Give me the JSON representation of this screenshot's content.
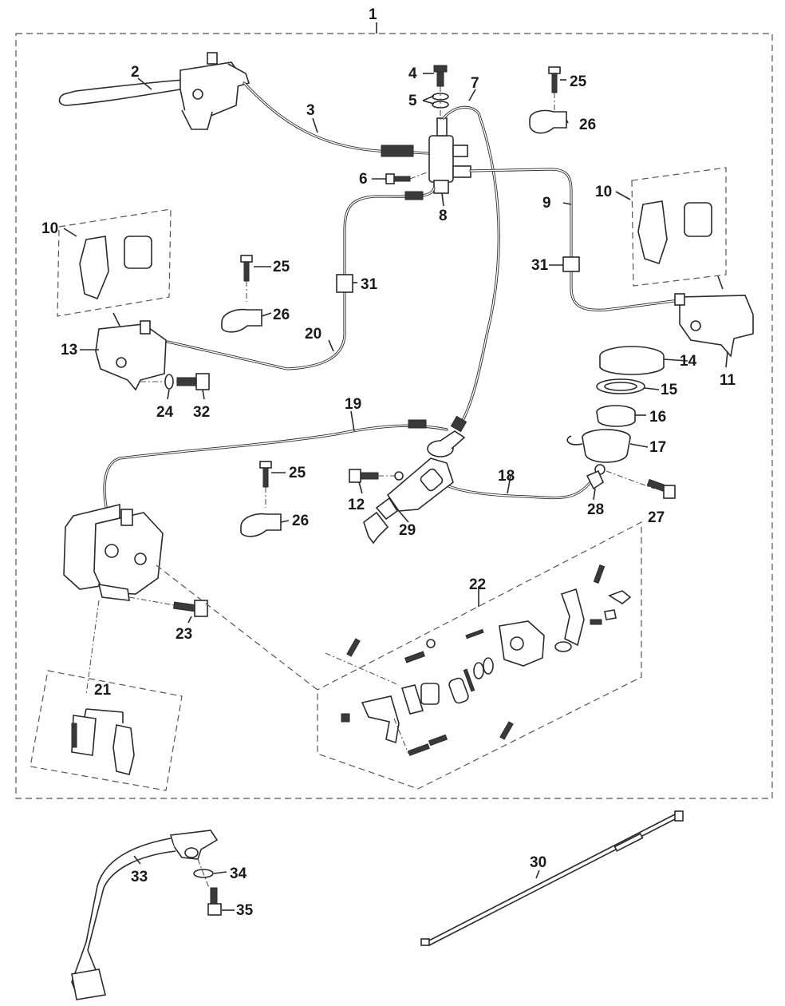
{
  "callouts": {
    "c1": "1",
    "c2": "2",
    "c3": "3",
    "c4": "4",
    "c5": "5",
    "c6": "6",
    "c7": "7",
    "c8": "8",
    "c9": "9",
    "c10a": "10",
    "c10b": "10",
    "c11": "11",
    "c12": "12",
    "c13": "13",
    "c14": "14",
    "c15": "15",
    "c16": "16",
    "c17": "17",
    "c18": "18",
    "c19": "19",
    "c20": "20",
    "c21": "21",
    "c22": "22",
    "c23": "23",
    "c24": "24",
    "c25a": "25",
    "c25b": "25",
    "c25c": "25",
    "c26a": "26",
    "c26b": "26",
    "c26c": "26",
    "c27": "27",
    "c28": "28",
    "c29": "29",
    "c30": "30",
    "c31a": "31",
    "c31b": "31",
    "c32": "32",
    "c33": "33",
    "c34": "34",
    "c35": "35"
  }
}
